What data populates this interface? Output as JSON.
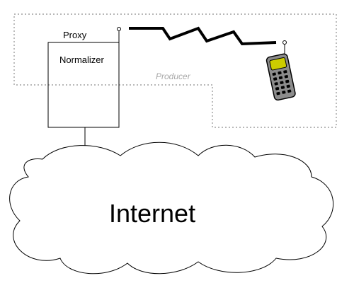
{
  "labels": {
    "proxy": "Proxy",
    "normalizer": "Normalizer",
    "producer": "Producer",
    "internet": "Internet"
  },
  "icons": {
    "antenna": "antenna-icon",
    "lightning": "lightning-bolt-icon",
    "phone": "mobile-phone-icon"
  },
  "colors": {
    "stroke": "#000000",
    "producer_border": "#a0a0a0",
    "producer_text": "#a8a8a8",
    "phone_body": "#8c8c8c",
    "phone_screen": "#cccc00",
    "phone_keys": "#000000"
  }
}
